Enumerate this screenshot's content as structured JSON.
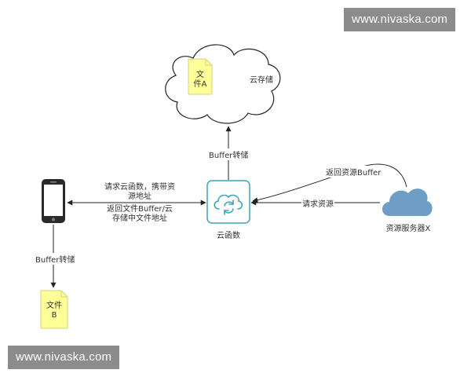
{
  "watermark": {
    "text": "www.nivaska.com"
  },
  "nodes": {
    "cloud_storage": {
      "label": "云存储"
    },
    "file_a": {
      "line1": "文",
      "line2": "件A"
    },
    "cloud_function": {
      "label": "云函数"
    },
    "resource_server": {
      "label": "资源服务器X"
    },
    "file_b": {
      "line1": "文件",
      "line2": "B"
    }
  },
  "edges": {
    "to_storage": {
      "label": "Buffer转储"
    },
    "phone_request": {
      "line1": "请求云函数，携带资",
      "line2": "源地址"
    },
    "phone_return": {
      "line1": "返回文件Buffer/云",
      "line2": "存储中文件地址"
    },
    "return_resource": {
      "label": "返回资源Buffer"
    },
    "request_resource": {
      "label": "请求资源"
    },
    "to_file_b": {
      "label": "Buffer转储"
    }
  },
  "colors": {
    "note_fill": "#ffff99",
    "note_border": "#d6d17a",
    "function_border": "#3aa6b9",
    "server_cloud": "#6e9ec6",
    "line": "#222222"
  }
}
